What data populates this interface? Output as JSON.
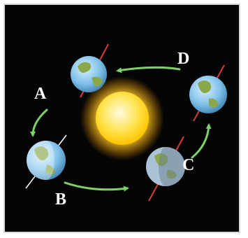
{
  "diagram": {
    "positions": [
      {
        "id": "A",
        "label": "A"
      },
      {
        "id": "B",
        "label": "B"
      },
      {
        "id": "C",
        "label": "C"
      },
      {
        "id": "D",
        "label": "D"
      }
    ],
    "colors": {
      "background": "#050505",
      "frame": "#d8d8d8",
      "sun": "#ffd000",
      "sun_glow": "#ffb300",
      "arrow": "#7fd06a",
      "axis": "#d43a3a",
      "ocean": "#7fc0e8",
      "land": "#8aa84a"
    },
    "icons": [
      "sun-icon",
      "earth-icon",
      "orbit-arrow-icon"
    ]
  }
}
